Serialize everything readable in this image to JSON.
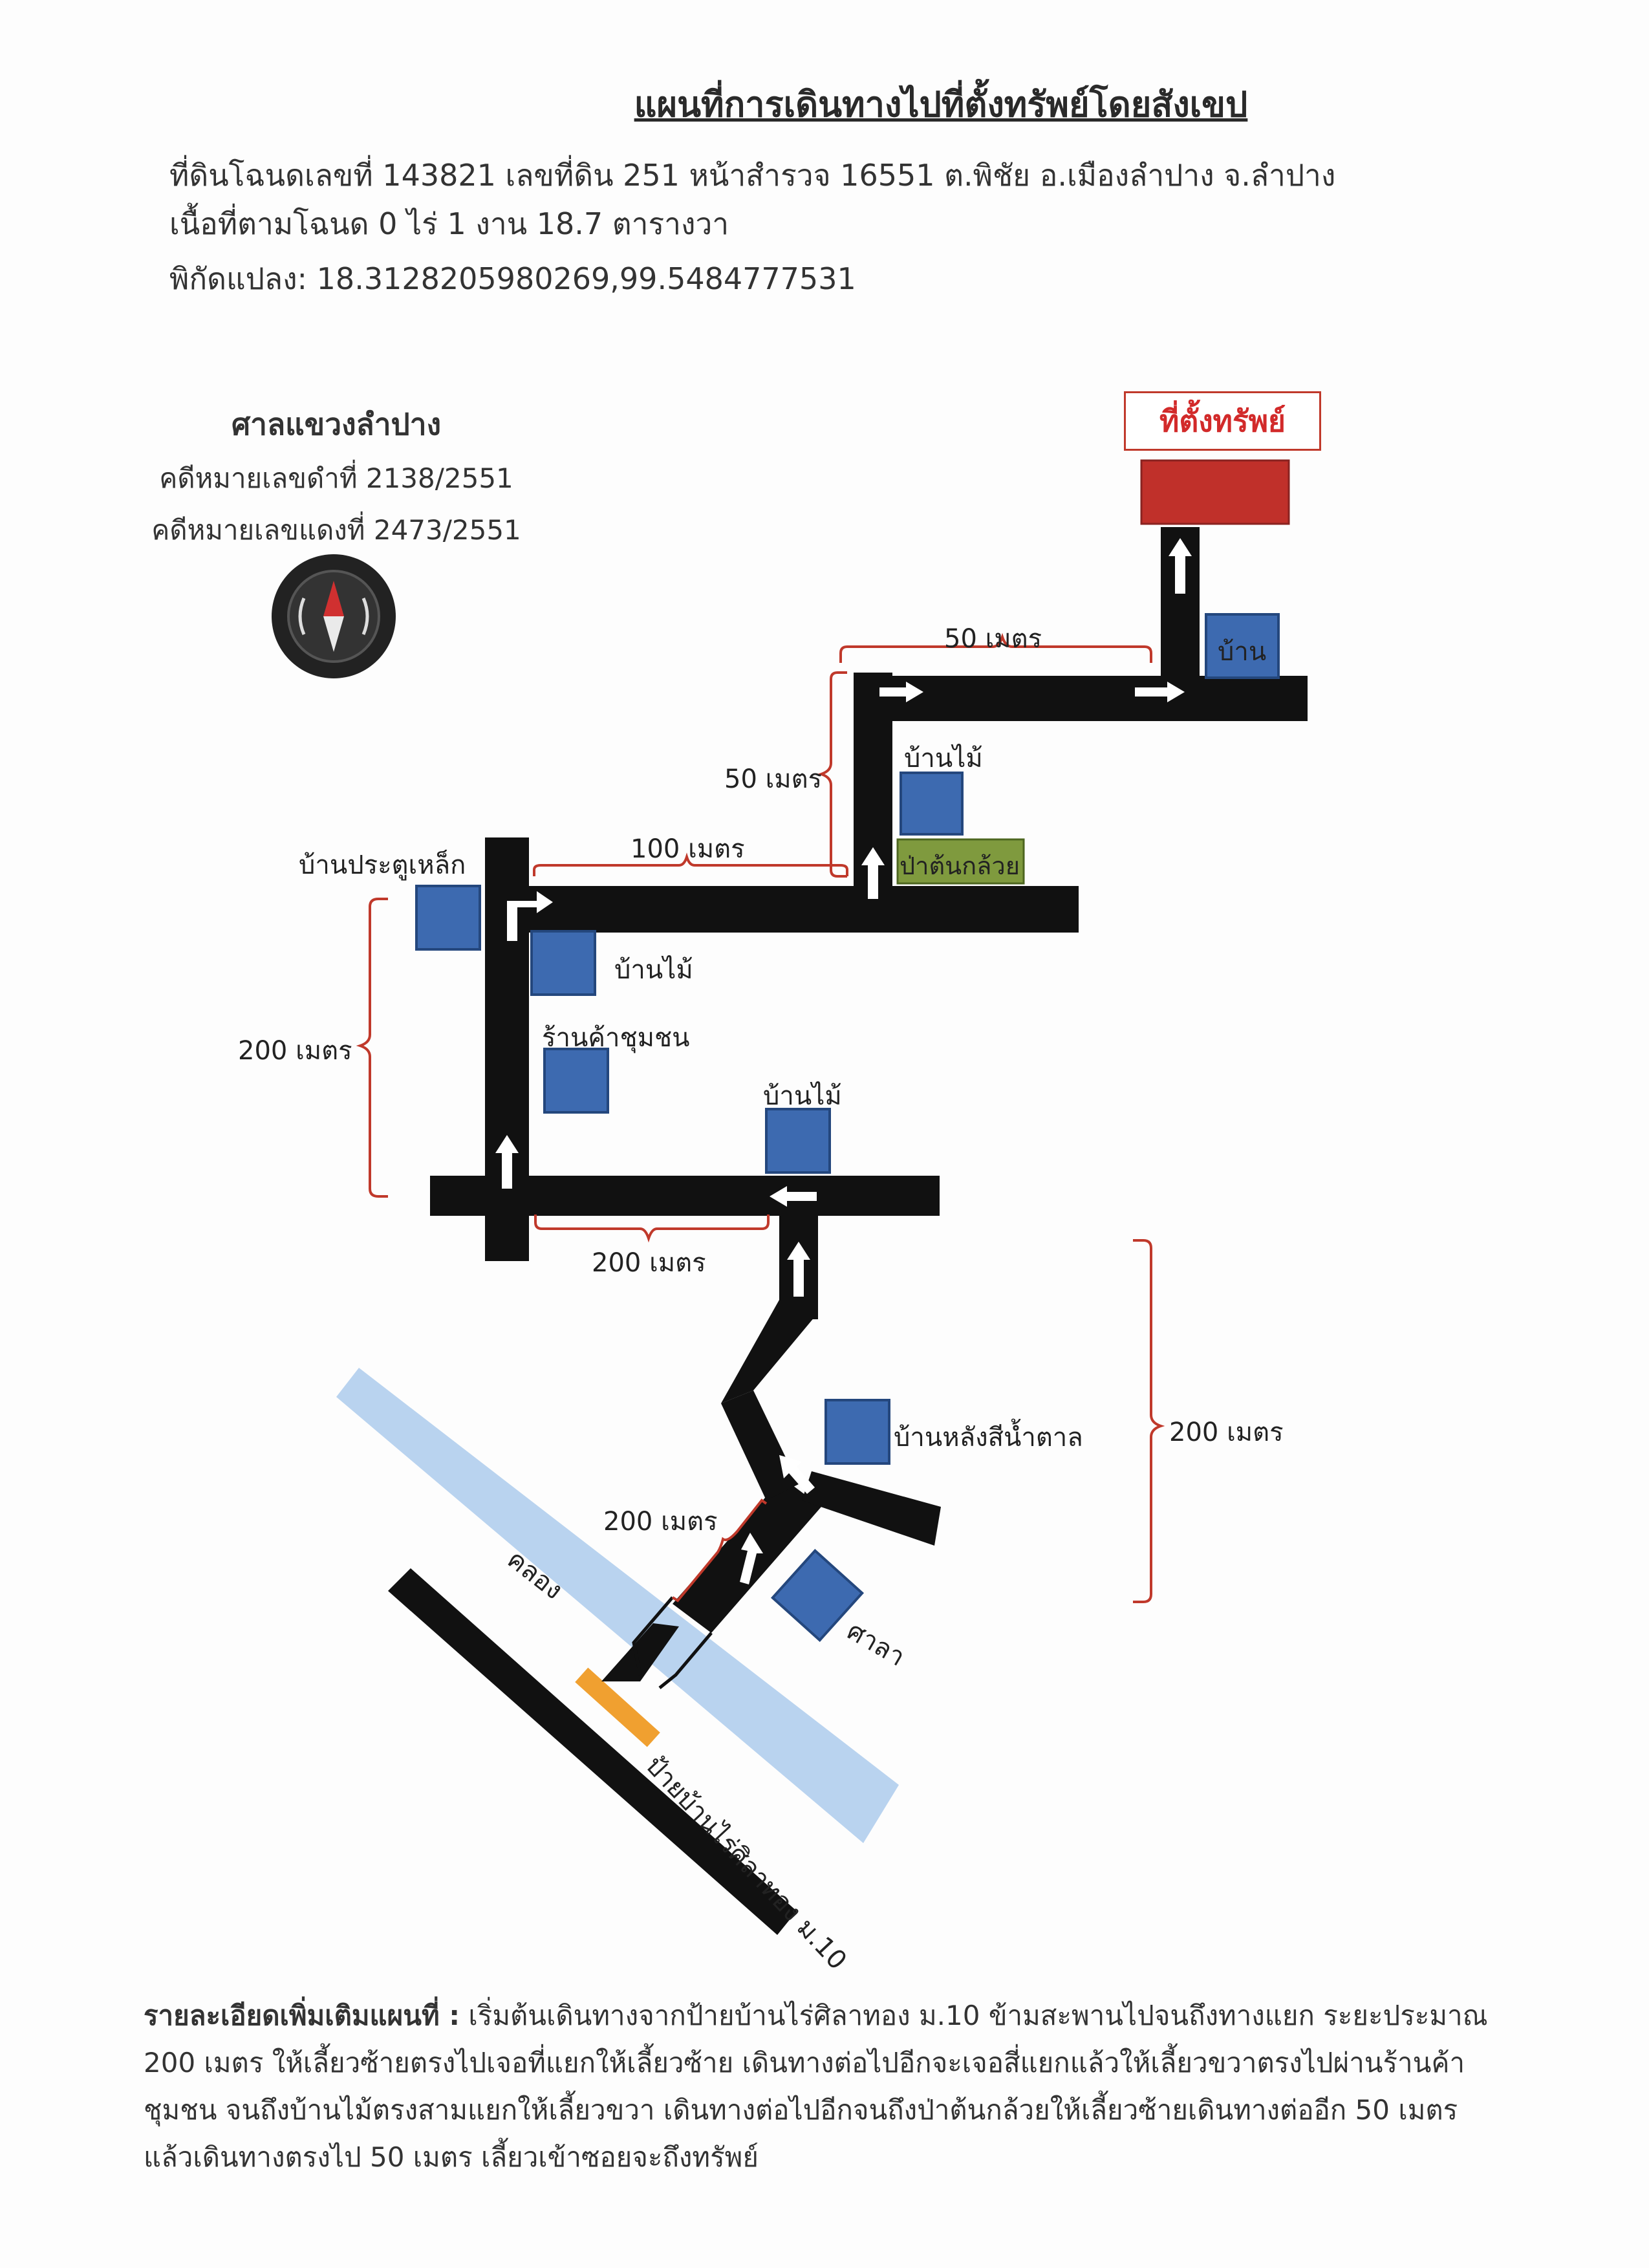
{
  "title": "แผนที่การเดินทางไปที่ตั้งทรัพย์โดยสังเขป",
  "property": {
    "line1": "ที่ดินโฉนดเลขที่ 143821  เลขที่ดิน  251  หน้าสำรวจ 16551  ต.พิชัย  อ.เมืองลำปาง  จ.ลำปาง",
    "line2": "เนื้อที่ตามโฉนด 0 ไร่ 1 งาน 18.7 ตารางวา",
    "line3": "พิกัดแปลง:  18.3128205980269,99.5484777531"
  },
  "court": {
    "name": "ศาลแขวงลำปาง",
    "black_case": "คดีหมายเลขดำที่ 2138/2551",
    "red_case": "คดีหมายเลขแดงที่ 2473/2551"
  },
  "map": {
    "destination": "ที่ตั้งทรัพย์",
    "landmarks": {
      "house": "บ้าน",
      "wood_house_top": "บ้านไม้",
      "banana": "ป่าต้นกล้วย",
      "iron_gate": "บ้านประตูเหล็ก",
      "wood_house_mid": "บ้านไม้",
      "shop": "ร้านค้าชุมชน",
      "wood_house_low": "บ้านไม้",
      "brown_house": "บ้านหลังสีน้ำตาล",
      "sala": "ศาลา",
      "canal": "คลอง",
      "sign": "ป้ายบ้านไร่ศิลาทอง ม.10"
    },
    "distances": {
      "d50_top": "50 เมตร",
      "d50_side": "50 เมตร",
      "d100": "100 เมตร",
      "d200_left": "200 เมตร",
      "d200_bottom": "200 เมตร",
      "d200_right": "200 เมตร",
      "d200_diag": "200 เมตร"
    },
    "colors": {
      "road": "#111111",
      "house": "#3d6ab0",
      "destination": "#c0302a",
      "banana": "#7f9a3e",
      "canal": "#b9d3ef",
      "sign": "#f0a030",
      "bracket": "#c0392b"
    }
  },
  "description": {
    "label": "รายละเอียดเพิ่มเติมแผนที่ :",
    "text": "เริ่มต้นเดินทางจากป้ายบ้านไร่ศิลาทอง ม.10 ข้ามสะพานไปจนถึงทางแยก ระยะประมาณ 200 เมตร ให้เลี้ยวซ้ายตรงไปเจอที่แยกให้เลี้ยวซ้าย เดินทางต่อไปอีกจะเจอสี่แยกแล้วให้เลี้ยวขวาตรงไปผ่านร้านค้าชุมชน จนถึงบ้านไม้ตรงสามแยกให้เลี้ยวขวา เดินทางต่อไปอีกจนถึงป่าต้นกล้วยให้เลี้ยวซ้ายเดินทางต่ออีก 50 เมตร แล้วเดินทางตรงไป 50 เมตร เลี้ยวเข้าซอยจะถึงทรัพย์"
  }
}
